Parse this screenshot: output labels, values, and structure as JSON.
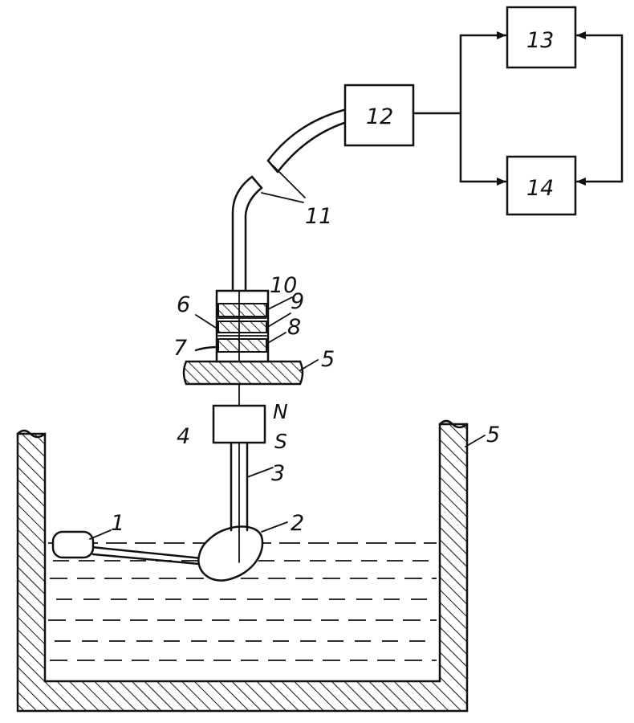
{
  "labels": {
    "item_1": "1",
    "item_2": "2",
    "item_3": "3",
    "item_4": "4",
    "item_5_top": "5",
    "item_5_vessel": "5",
    "item_6": "6",
    "item_7": "7",
    "item_8": "8",
    "item_9": "9",
    "item_10": "10",
    "item_11": "11",
    "item_12": "12",
    "item_13": "13",
    "item_14": "14",
    "pole_n": "N",
    "pole_s": "S"
  },
  "colors": {
    "ink": "#111111",
    "paper": "#ffffff"
  }
}
